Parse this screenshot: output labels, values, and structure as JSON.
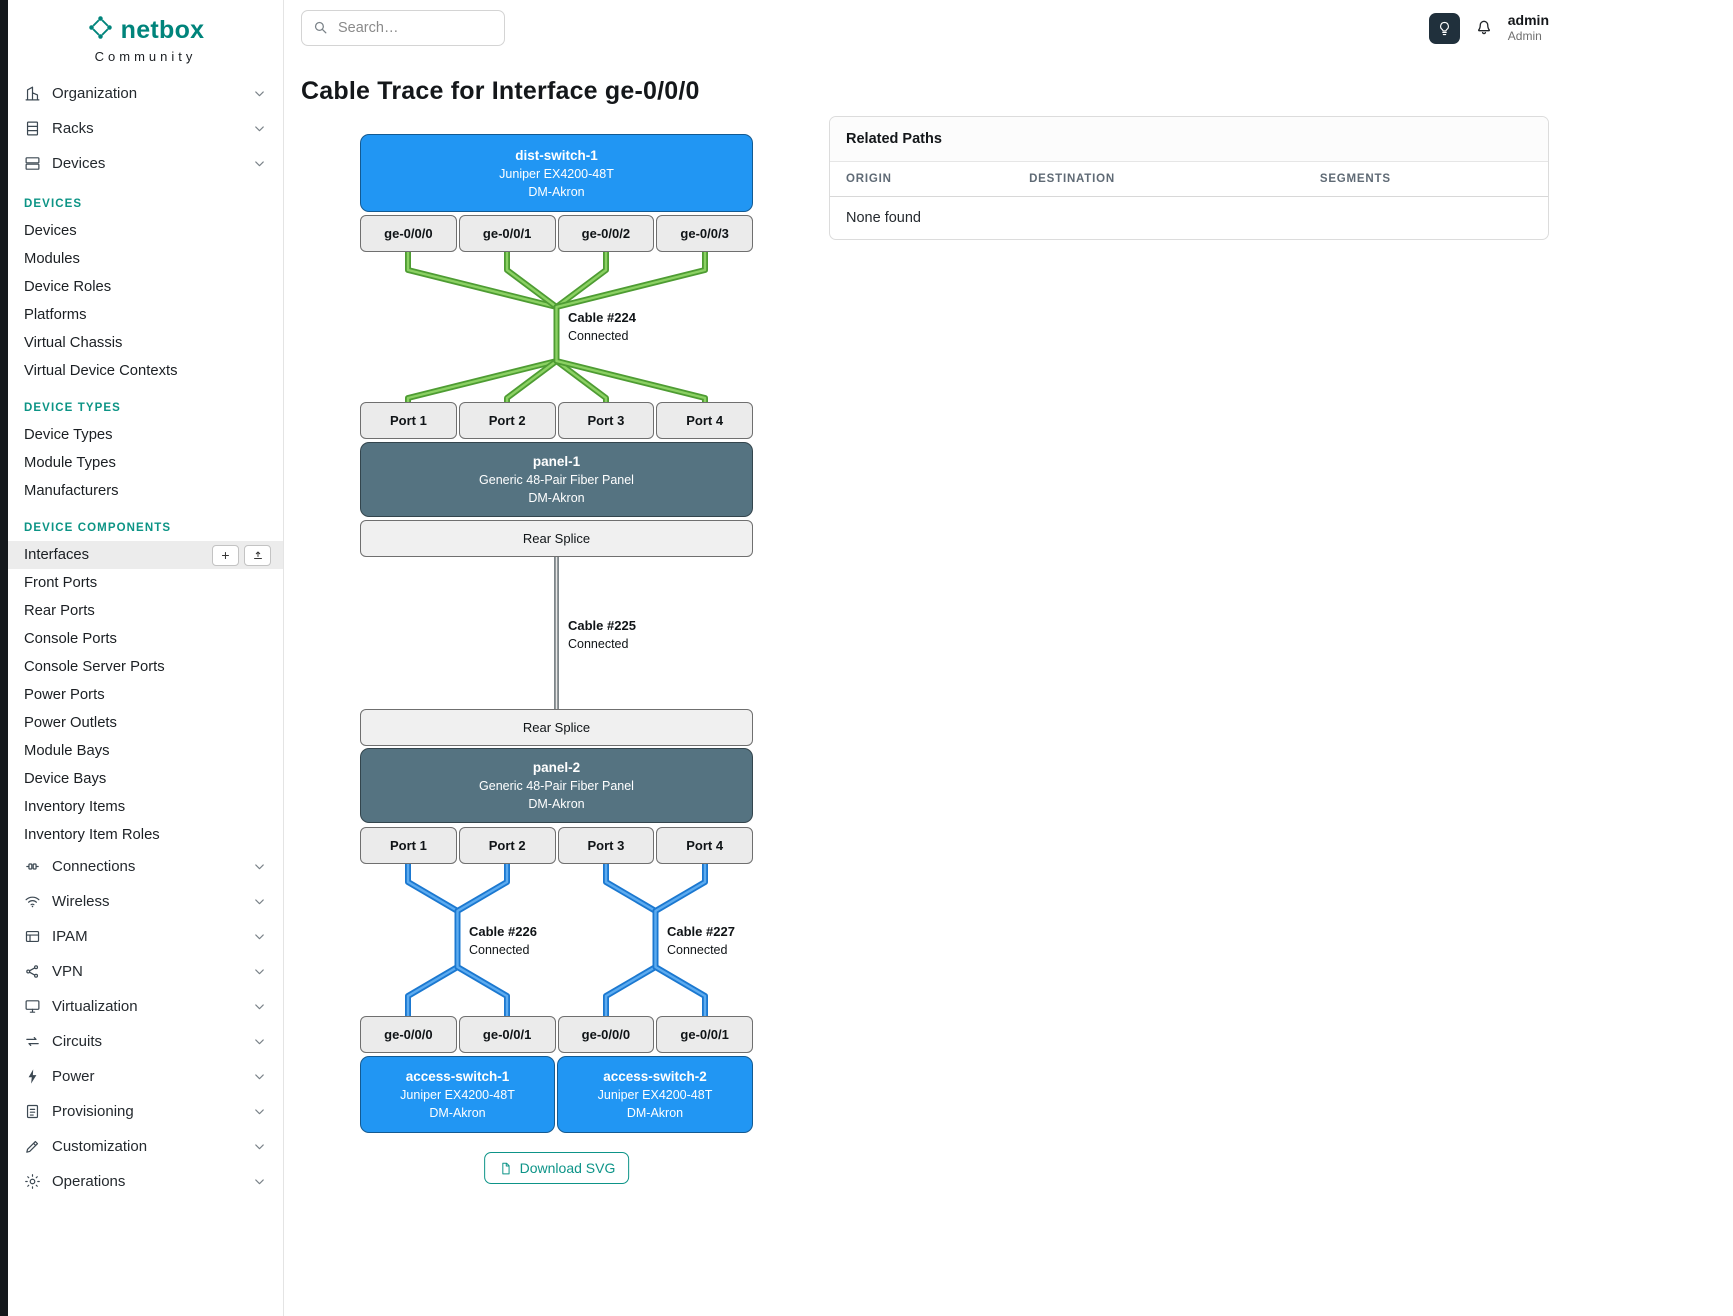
{
  "colors": {
    "brand_teal": "#00847b",
    "accent_teal": "#0d9488",
    "section_header_teal": "#0c9485",
    "device_blue": "#2196f3",
    "panel_slate": "#557381",
    "cable_green": "#4e9c33",
    "cable_blue": "#1b78d0",
    "cable_gray": "#5d676c",
    "port_gray": "#ebebeb",
    "theme_button_dark": "#20303c"
  },
  "icons": {
    "netbox-logo": "network-glyph",
    "search-icon": "magnifier",
    "lightbulb-icon": "bulb",
    "bell-icon": "bell",
    "organization-icon": "building",
    "racks-icon": "rack",
    "devices-icon": "stacked-servers",
    "connections-icon": "cable-plugs",
    "wireless-icon": "wifi",
    "ipam-icon": "grid",
    "vpn-icon": "share-nodes",
    "virtualization-icon": "monitor",
    "circuits-icon": "swap-arrows",
    "power-icon": "bolt",
    "provisioning-icon": "document-lines",
    "customization-icon": "pencil",
    "operations-icon": "gear",
    "chevron-down-icon": "v",
    "plus-icon": "+",
    "upload-icon": "arrow-up-from-line",
    "file-icon": "file"
  },
  "sidebar": {
    "brand": "netbox",
    "brand_subtitle": "Community",
    "groups": [
      {
        "label": "Organization"
      },
      {
        "label": "Racks"
      },
      {
        "label": "Devices"
      }
    ],
    "sections": [
      {
        "title": "DEVICES",
        "items": [
          "Devices",
          "Modules",
          "Device Roles",
          "Platforms",
          "Virtual Chassis",
          "Virtual Device Contexts"
        ]
      },
      {
        "title": "DEVICE TYPES",
        "items": [
          "Device Types",
          "Module Types",
          "Manufacturers"
        ]
      },
      {
        "title": "DEVICE COMPONENTS",
        "items": [
          "Interfaces",
          "Front Ports",
          "Rear Ports",
          "Console Ports",
          "Console Server Ports",
          "Power Ports",
          "Power Outlets",
          "Module Bays",
          "Device Bays",
          "Inventory Items",
          "Inventory Item Roles"
        ]
      }
    ],
    "bottom_groups": [
      {
        "label": "Connections"
      },
      {
        "label": "Wireless"
      },
      {
        "label": "IPAM"
      },
      {
        "label": "VPN"
      },
      {
        "label": "Virtualization"
      },
      {
        "label": "Circuits"
      },
      {
        "label": "Power"
      },
      {
        "label": "Provisioning"
      },
      {
        "label": "Customization"
      },
      {
        "label": "Operations"
      }
    ]
  },
  "header": {
    "search_placeholder": "Search…",
    "user_name": "admin",
    "user_role": "Admin"
  },
  "page": {
    "title": "Cable Trace for Interface ge-0/0/0"
  },
  "trace": {
    "top_device": {
      "name": "dist-switch-1",
      "model": "Juniper EX4200-48T",
      "site": "DM-Akron"
    },
    "top_ports": [
      "ge-0/0/0",
      "ge-0/0/1",
      "ge-0/0/2",
      "ge-0/0/3"
    ],
    "cable_224": {
      "label": "Cable #224",
      "status": "Connected"
    },
    "panel_ports": [
      "Port 1",
      "Port 2",
      "Port 3",
      "Port 4"
    ],
    "panel_1": {
      "name": "panel-1",
      "model": "Generic 48-Pair Fiber Panel",
      "site": "DM-Akron"
    },
    "rear_splice": "Rear Splice",
    "cable_225": {
      "label": "Cable #225",
      "status": "Connected"
    },
    "panel_2": {
      "name": "panel-2",
      "model": "Generic 48-Pair Fiber Panel",
      "site": "DM-Akron"
    },
    "cable_226": {
      "label": "Cable #226",
      "status": "Connected"
    },
    "cable_227": {
      "label": "Cable #227",
      "status": "Connected"
    },
    "sw1_ports": [
      "ge-0/0/0",
      "ge-0/0/1"
    ],
    "sw2_ports": [
      "ge-0/0/0",
      "ge-0/0/1"
    ],
    "access_switch_1": {
      "name": "access-switch-1",
      "model": "Juniper EX4200-48T",
      "site": "DM-Akron"
    },
    "access_switch_2": {
      "name": "access-switch-2",
      "model": "Juniper EX4200-48T",
      "site": "DM-Akron"
    },
    "download_label": "Download SVG"
  },
  "related_paths": {
    "title": "Related Paths",
    "columns": [
      "ORIGIN",
      "DESTINATION",
      "SEGMENTS"
    ],
    "empty": "None found"
  }
}
